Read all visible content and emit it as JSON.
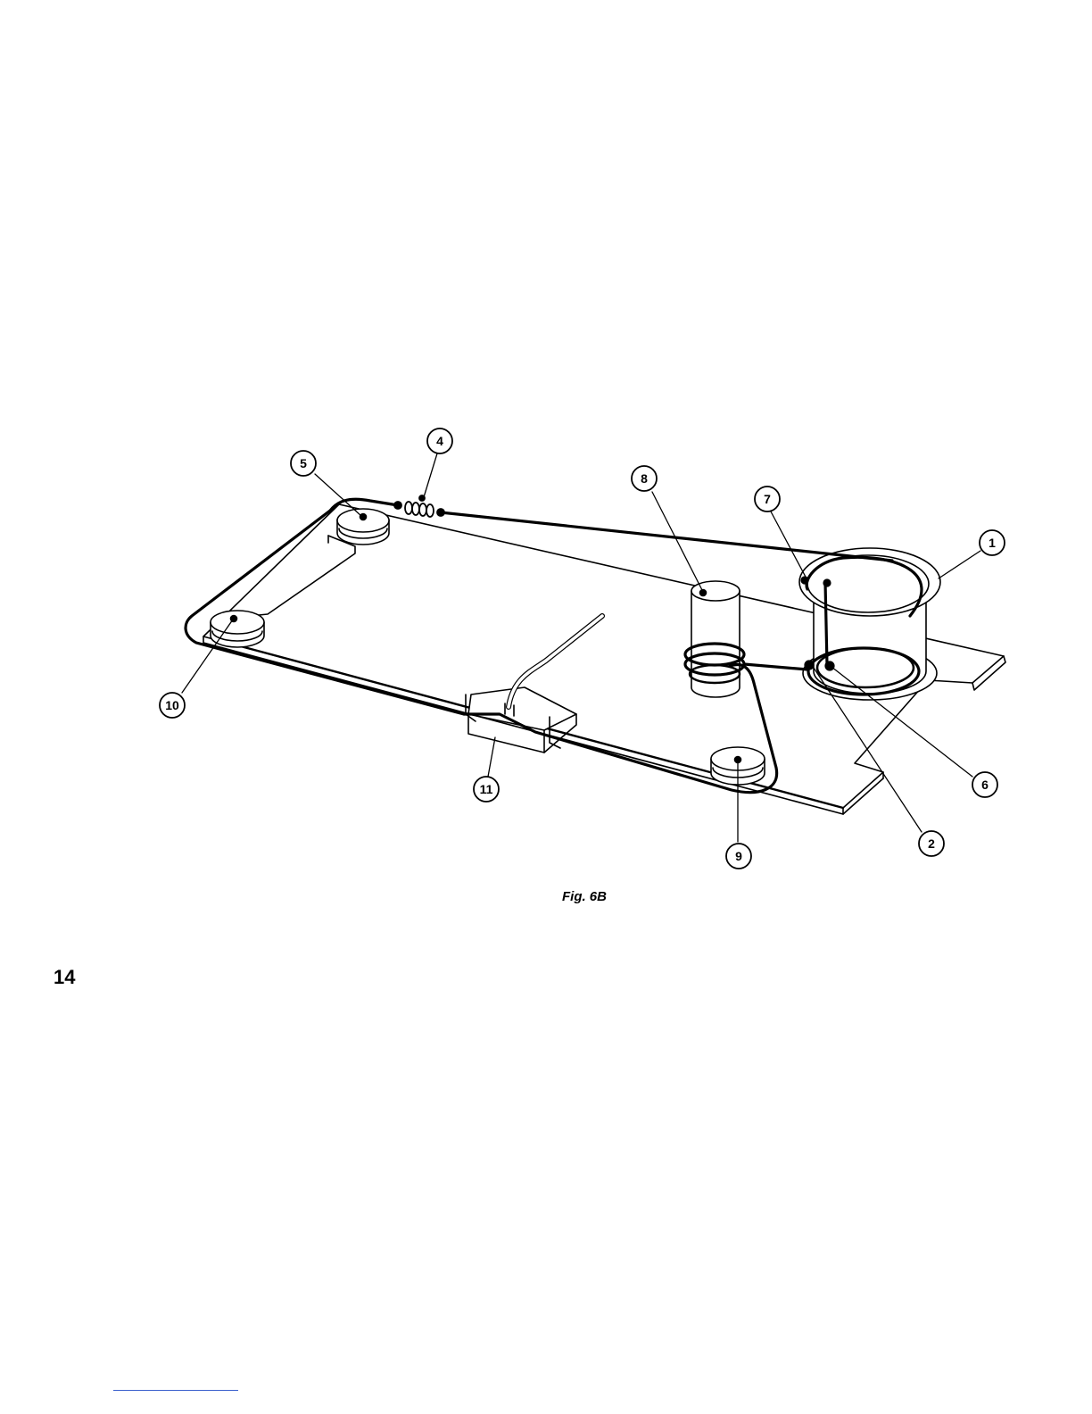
{
  "figure": {
    "caption": "Fig. 6B",
    "callouts": [
      "1",
      "2",
      "4",
      "5",
      "6",
      "7",
      "8",
      "9",
      "10",
      "11"
    ]
  },
  "page": {
    "number": "14"
  },
  "colors": {
    "ink": "#000000",
    "paper": "#ffffff",
    "footnote_rule": "#3a5fcd"
  }
}
